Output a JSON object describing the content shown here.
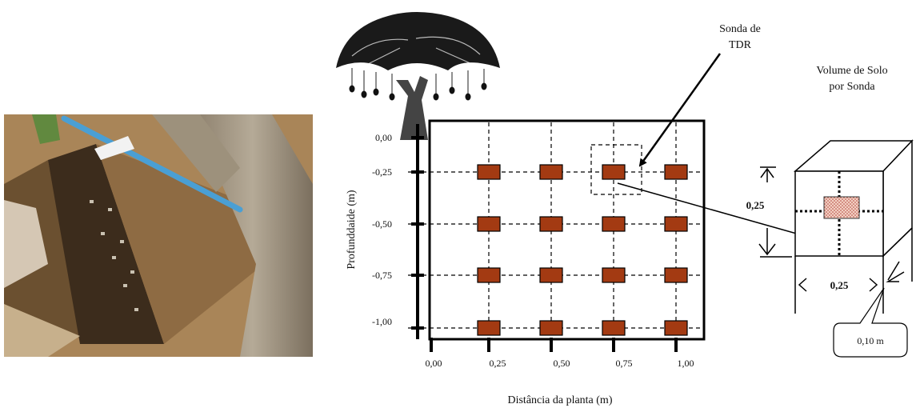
{
  "photo": {
    "alt": ""
  },
  "diagram": {
    "ylabel": "Profunddaide (m)",
    "xlabel": "Distância da planta (m)",
    "y_ticks": [
      "0,00",
      "-0,25",
      "-0,50",
      "-0,75",
      "-1,00"
    ],
    "x_ticks": [
      "0,00",
      "0,25",
      "0,50",
      "0,75",
      "1,00"
    ],
    "probe_depths": [
      -0.25,
      -0.5,
      -0.75,
      -1.0
    ],
    "probe_distances": [
      0.25,
      0.5,
      0.75,
      1.0
    ],
    "probe_color": "#a33a12",
    "probe_label_line1": "Sonda de",
    "probe_label_line2": "TDR"
  },
  "volume_box": {
    "title_line1": "Volume de Solo",
    "title_line2": "por  Sonda",
    "height_label": "0,25",
    "width_label": "0,25",
    "depth_label": "0,10 m"
  }
}
